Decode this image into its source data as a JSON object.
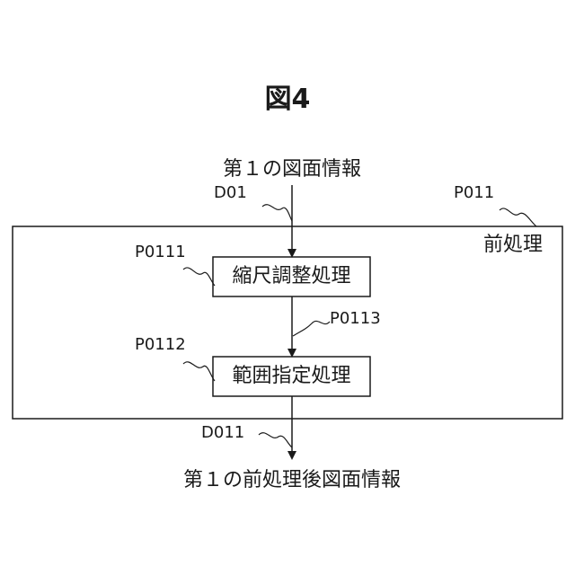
{
  "figure_title": "図4",
  "input_label": "第１の図面情報",
  "output_label": "第１の前処理後図面情報",
  "outer_box": {
    "title": "前処理",
    "ref": "P011"
  },
  "steps": [
    {
      "label": "縮尺調整処理",
      "ref": "P0111"
    },
    {
      "label": "範囲指定処理",
      "ref": "P0112"
    }
  ],
  "arrows": {
    "input_ref": "D01",
    "between_ref": "P0113",
    "output_ref": "D011"
  },
  "colors": {
    "line": "#1a1a1a",
    "background": "#ffffff"
  }
}
